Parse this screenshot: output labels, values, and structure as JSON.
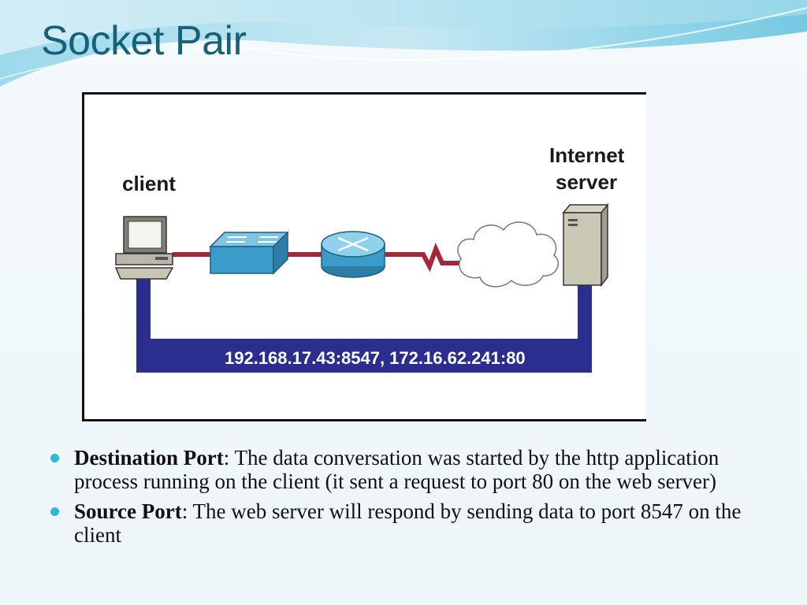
{
  "slide": {
    "title": "Socket Pair"
  },
  "diagram": {
    "client_label": "client",
    "server_label_line1": "Internet",
    "server_label_line2": "server",
    "socket_pair_text": "192.168.17.43:8547, 172.16.62.241:80"
  },
  "bullets": [
    {
      "term": "Destination Port",
      "text": ": The data conversation was started by the http application process running on the client (it sent a request to port 80 on the web server)"
    },
    {
      "term": "Source Port",
      "text": ": The web server will respond by sending data to port 8547 on the client"
    }
  ],
  "colors": {
    "title": "#17607a",
    "bullet": "#2fb7d8",
    "socket_bar": "#2b2d8f",
    "link": "#a0283a",
    "device_blue": "#3a9cc8"
  }
}
